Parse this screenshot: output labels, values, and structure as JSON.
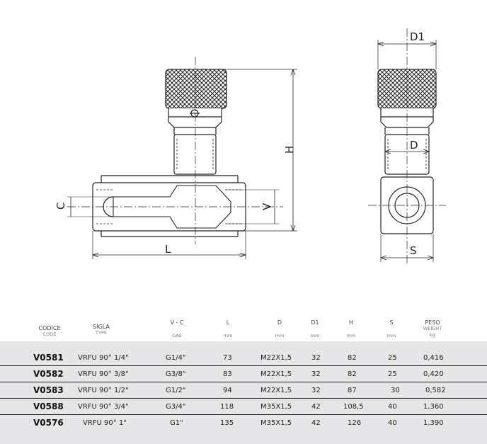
{
  "drawing": {
    "side_labels": {
      "c": "C",
      "v": "V",
      "l": "L",
      "h": "H"
    },
    "front_labels": {
      "d1": "D1",
      "d": "D",
      "s": "S"
    }
  },
  "table": {
    "headers": [
      {
        "line1": "CODICE",
        "line2": "CODE"
      },
      {
        "line1": "SIGLA",
        "line2": "TYPE"
      },
      {
        "line1": "V - C",
        "line2": "GAS"
      },
      {
        "line1": "L",
        "line2": "mm"
      },
      {
        "line1": "D",
        "line2": "mm"
      },
      {
        "line1": "D1",
        "line2": "mm"
      },
      {
        "line1": "H",
        "line2": "mm"
      },
      {
        "line1": "S",
        "line2": "mm"
      },
      {
        "line1": "PESO",
        "line2": "WEIGHT",
        "line3": "kg"
      }
    ],
    "rows": [
      {
        "code": "V0581",
        "type": "VRFU 90° 1/4\"",
        "gas": "G1/4\"",
        "l": "73",
        "d": "M22X1,5",
        "d1": "32",
        "h": "82",
        "s": "25",
        "weight": "0,416"
      },
      {
        "code": "V0582",
        "type": "VRFU 90° 3/8\"",
        "gas": "G3/8\"",
        "l": "83",
        "d": "M22X1,5",
        "d1": "32",
        "h": "82",
        "s": "25",
        "weight": "0,420"
      },
      {
        "code": "V0583",
        "type": "VRFU 90° 1/2\"",
        "gas": "G1/2\"",
        "l": "94",
        "d": "M22X1,5",
        "d1": "32",
        "h": "87",
        "s": "30",
        "weight": "0,582"
      },
      {
        "code": "V0588",
        "type": "VRFU 90° 3/4\"",
        "gas": "G3/4\"",
        "l": "118",
        "d": "M35X1,5",
        "d1": "42",
        "h": "108,5",
        "s": "40",
        "weight": "1,360"
      },
      {
        "code": "V0576",
        "type": "VRFU 90° 1\"",
        "gas": "G1\"",
        "l": "135",
        "d": "M35X1,5",
        "d1": "42",
        "h": "126",
        "s": "40",
        "weight": "1,390"
      }
    ]
  }
}
